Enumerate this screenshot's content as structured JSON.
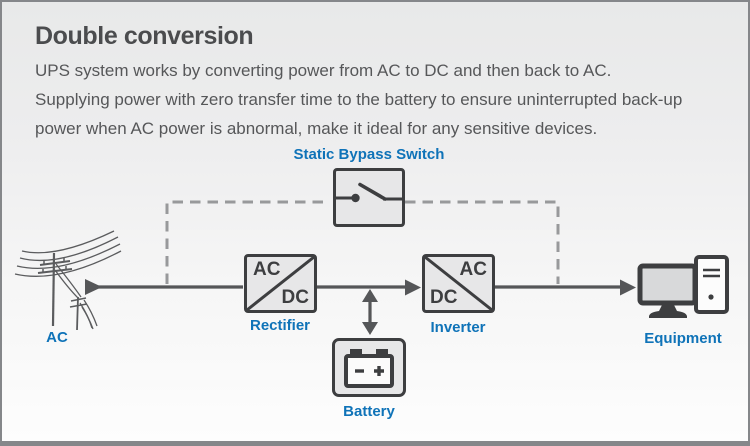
{
  "header": {
    "title": "Double conversion",
    "description_lines": [
      "UPS system works by converting power from AC to DC and then back to AC.",
      "Supplying power with zero transfer time to the battery to ensure uninterrupted back-up",
      "power when AC power is abnormal, make it ideal for any sensitive devices."
    ]
  },
  "diagram": {
    "source": {
      "label": "AC"
    },
    "bypass_switch": {
      "label": "Static Bypass Switch"
    },
    "rectifier": {
      "label": "Rectifier",
      "input": "AC",
      "output": "DC"
    },
    "inverter": {
      "label": "Inverter",
      "input": "DC",
      "output": "AC"
    },
    "battery": {
      "label": "Battery"
    },
    "equipment": {
      "label": "Equipment"
    }
  },
  "colors": {
    "accent_blue": "#0f73b8",
    "title_gray": "#4b4c4e",
    "body_gray": "#565759",
    "line_gray": "#555658",
    "dash_gray": "#98999b",
    "box_fill": "#e7e7e8",
    "box_border": "#3d3e40",
    "frame_border": "#85878a"
  }
}
